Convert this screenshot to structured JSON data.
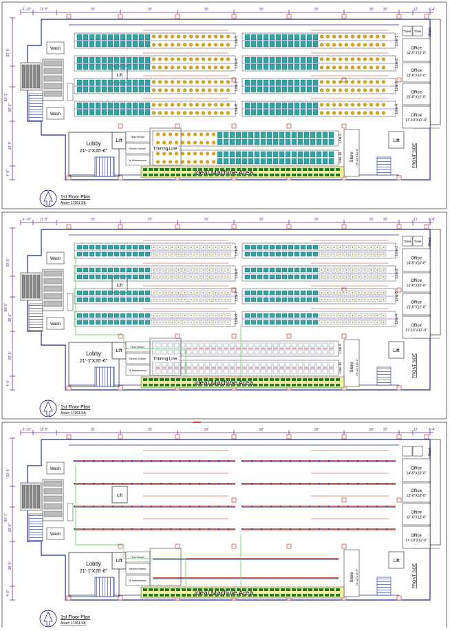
{
  "panels": [
    {
      "top_dims": [
        "6'-10\"",
        "11'-5\"",
        "30'",
        "30'",
        "30'",
        "30'",
        "30'",
        "30'",
        "30'",
        "12'",
        "4'-4\""
      ],
      "left_dims": [
        "20'-5\"",
        "88'-1\"",
        "28'-6\"",
        "28'-5\"",
        "4'-6\""
      ],
      "rooms": {
        "wash_1": "Wash",
        "wash_2": "Wash",
        "lift_left": "Lift",
        "lobby_name": "Lobby",
        "lobby_size": "21'-1\"X26'-6\"",
        "stair": "Stair",
        "time_keeper": "Time Keeper",
        "electric_section": "Electric Section",
        "maintenance": "M. Maintenance",
        "training_line": "Training Line",
        "ideal_machine_area": "Ideal Machine Area",
        "store_name": "Store",
        "store_size": "26'-10\"X10'-6\"",
        "lift_right": "Lift",
        "front_side": "FRONT SIDE",
        "toilet_1": "Toilet",
        "toilet_2": "Toilet",
        "wash_right": "Wash"
      },
      "offices": [
        {
          "name": "Office",
          "size": "14'-5\"X10'-0\""
        },
        {
          "name": "Office",
          "size": "13'-6\"X10'-0\""
        },
        {
          "name": "Office",
          "size": "15'-6\"X12'-0\""
        },
        {
          "name": "Office",
          "size": "17'-10\"X12'-0\""
        }
      ],
      "right_lines": [
        "Line-1",
        "Line-2",
        "Line-3",
        "Line-4"
      ],
      "mid_lines": [
        "Line-5",
        "Line-6",
        "Line-7",
        "Line-8"
      ],
      "lower_lines": [
        "Line-9",
        "Line-10"
      ],
      "plan_title": "1st Floor Plan",
      "plan_area": "Area= 17361 Sft."
    },
    {
      "top_dims": [
        "6'-10\"",
        "11'-5\"",
        "30'",
        "30'",
        "30'",
        "30'",
        "30'",
        "30'",
        "30'",
        "12'",
        "4'-4\""
      ],
      "left_dims": [
        "20'-5\"",
        "88'-1\"",
        "28'-6\"",
        "28'-5\"",
        "4'-6\""
      ],
      "rooms": {
        "wash_1": "Wash",
        "wash_2": "Wash",
        "lift_left": "Lift",
        "lobby_name": "Lobby",
        "lobby_size": "21'-1\"X26'-6\"",
        "stair": "Stair",
        "time_keeper": "Time Keeper",
        "electric_section": "Electric Section",
        "maintenance": "M. Maintenance",
        "training_line": "Training Line",
        "ideal_machine_area": "Ideal Machine Area",
        "store_name": "Store",
        "store_size": "26'-10\"X10'-6\"",
        "lift_right": "Lift",
        "front_side": "FRONT SIDE",
        "toilet_1": "Toilet",
        "toilet_2": "Toilet",
        "wash_right": "Wash"
      },
      "offices": [
        {
          "name": "Office",
          "size": "14'-5\"X10'-0\""
        },
        {
          "name": "Office",
          "size": "13'-6\"X10'-0\""
        },
        {
          "name": "Office",
          "size": "15'-6\"X12'-0\""
        },
        {
          "name": "Office",
          "size": "17'-10\"X12'-0\""
        }
      ],
      "right_lines": [
        "Line-1",
        "Line-2",
        "Line-3",
        "Line-4"
      ],
      "mid_lines": [
        "Line-5",
        "Line-6",
        "Line-7",
        "Line-8"
      ],
      "lower_lines": [
        "Line-9",
        "Line-10"
      ],
      "plan_title": "1st Floor Plan",
      "plan_area": "Area= 17361 Sft."
    },
    {
      "top_dims": [
        "6'-10\"",
        "11'-5\"",
        "30'",
        "30'",
        "30'",
        "30'",
        "30'",
        "30'",
        "30'",
        "12'",
        "4'-4\""
      ],
      "left_dims": [
        "20'-5\"",
        "88'-1\"",
        "28'-6\"",
        "28'-5\"",
        "4'-6\""
      ],
      "rooms": {
        "wash_1": "Wash",
        "wash_2": "Wash",
        "lift_left": "Lift",
        "lobby_name": "Lobby",
        "lobby_size": "21'-1\"X26'-6\"",
        "stair": "Stair",
        "time_keeper": "Time Keeper",
        "electric_section": "Electric Section",
        "maintenance": "M. Maintenance",
        "training_line": "",
        "ideal_machine_area": "Ideal Machine Area",
        "store_name": "Store",
        "store_size": "26'-10\"X10'-6\"",
        "lift_right": "Lift",
        "front_side": "FRONT SIDE",
        "toilet_1": "",
        "toilet_2": "",
        "wash_right": "Wash"
      },
      "offices": [
        {
          "name": "Office",
          "size": "14'-5\"X10'-0\""
        },
        {
          "name": "Office",
          "size": "13'-6\"X10'-0\""
        },
        {
          "name": "Office",
          "size": "15'-6\"X12'-0\""
        },
        {
          "name": "Office",
          "size": "17'-10\"X12'-0\""
        }
      ],
      "right_lines": [],
      "mid_lines": [],
      "lower_lines": [],
      "plan_title": "1st Floor Plan",
      "plan_area": "Area= 17361 Sft."
    }
  ],
  "colors": {
    "dimension": "#6a2aa8",
    "wall": "#1b2b8f",
    "machine_seat": "#d9a21e",
    "machine_table": "#2fa6a0",
    "machine_mark": "#1e7a2e",
    "line_dim": "#b0302a",
    "column": "#e06060",
    "cable_green": "#6fd06f",
    "highlight_yellow": "#f4f19a"
  }
}
